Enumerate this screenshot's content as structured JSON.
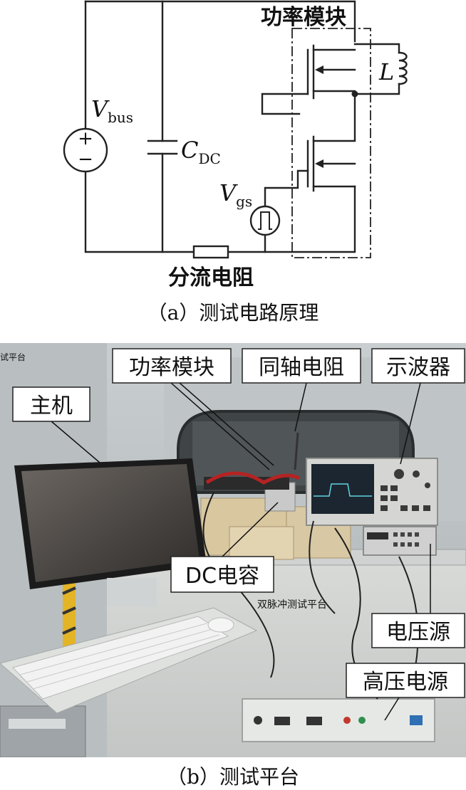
{
  "circuit": {
    "module_label": "功率模块",
    "inductor_label": "L",
    "vbus_main": "V",
    "vbus_sub": "bus",
    "cdc_main": "C",
    "cdc_sub": "DC",
    "vgs_main": "V",
    "vgs_sub": "gs",
    "shunt_label": "分流电阻",
    "plus_sign": "+",
    "minus_sign": "−"
  },
  "captions": {
    "a": "（a）测试电路原理",
    "b": "（b）测试平台"
  },
  "photo": {
    "callouts": {
      "host": "主机",
      "power_module": "功率模块",
      "coax_resistor": "同轴电阻",
      "oscilloscope": "示波器",
      "dc_capacitor": "DC电容",
      "voltage_source": "电压源",
      "hv_supply": "高压电源"
    },
    "panel_text": "双脉冲测试平台",
    "corner_text": "试平台"
  }
}
